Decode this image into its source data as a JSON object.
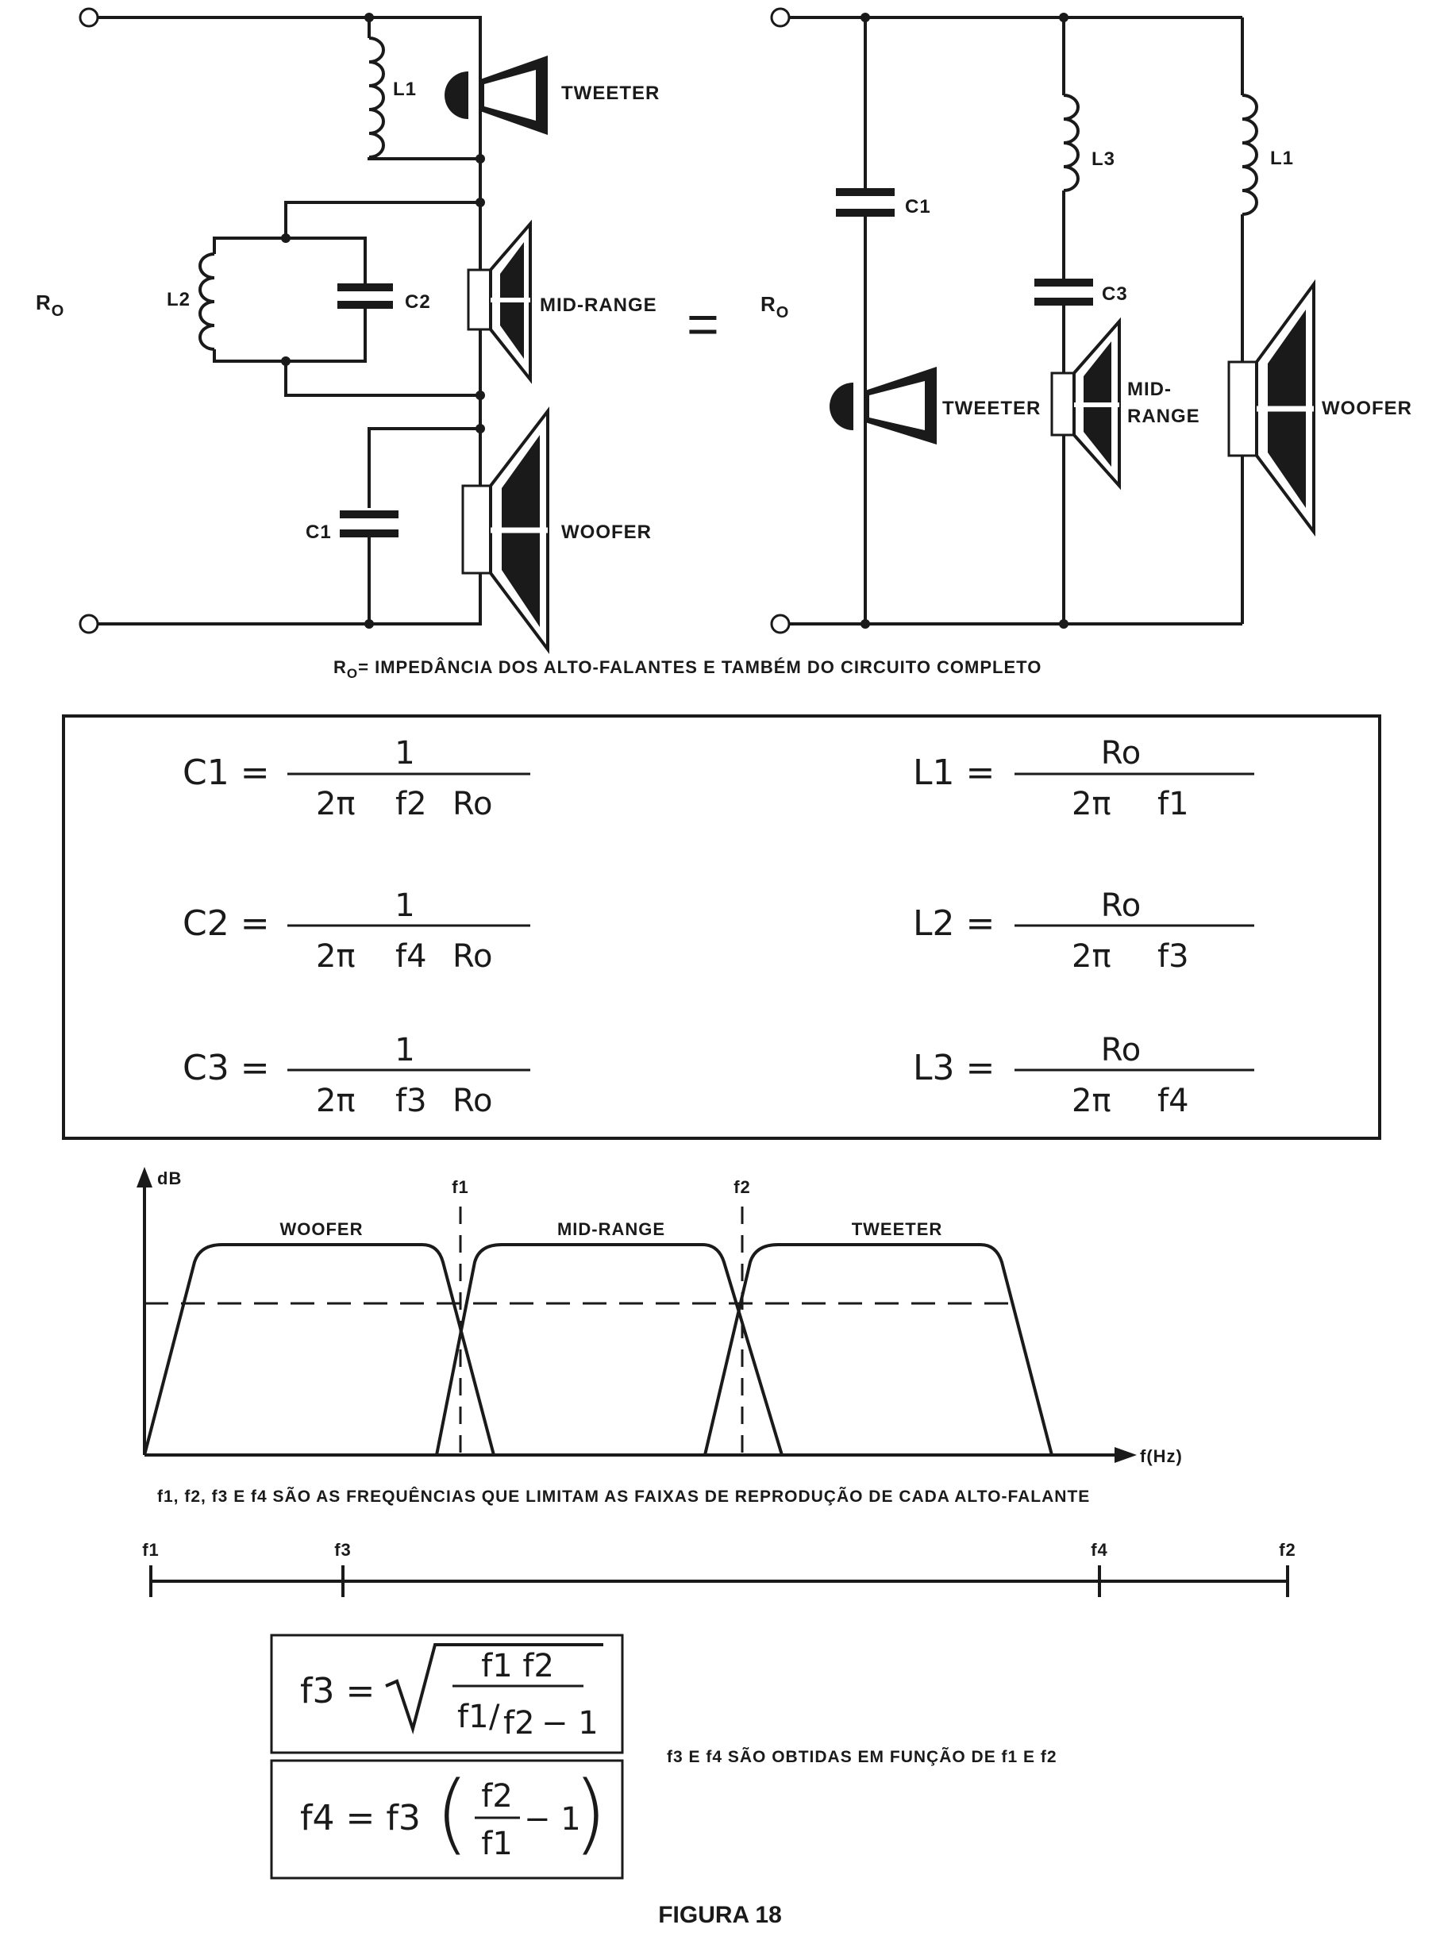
{
  "figure_caption": "FIGURA 18",
  "circuit_left": {
    "ro_label": "R",
    "ro_sub": "O",
    "l1": "L1",
    "l2": "L2",
    "c1": "C1",
    "c2": "C2",
    "tweeter": "TWEETER",
    "midrange": "MID-RANGE",
    "woofer": "WOOFER"
  },
  "equals_sign": "=",
  "circuit_right": {
    "ro_label": "R",
    "ro_sub": "O",
    "c1": "C1",
    "l3": "L3",
    "c3": "C3",
    "l1": "L1",
    "tweeter": "TWEETER",
    "midrange_line1": "MID-",
    "midrange_line2": "RANGE",
    "woofer": "WOOFER"
  },
  "ro_note": {
    "prefix": "R",
    "sub": "O",
    "text": "= IMPEDÂNCIA DOS ALTO-FALANTES E TAMBÉM DO CIRCUITO COMPLETO"
  },
  "formulas": [
    {
      "lhs": "C1 =",
      "num": "1",
      "den_a": "2π",
      "den_b": "f2",
      "den_c": "Ro"
    },
    {
      "lhs": "C2 =",
      "num": "1",
      "den_a": "2π",
      "den_b": "f4",
      "den_c": "Ro"
    },
    {
      "lhs": "C3 =",
      "num": "1",
      "den_a": "2π",
      "den_b": "f3",
      "den_c": "Ro"
    },
    {
      "lhs": "L1 =",
      "num": "Ro",
      "den_a": "2π",
      "den_b": "f1",
      "den_c": ""
    },
    {
      "lhs": "L2 =",
      "num": "Ro",
      "den_a": "2π",
      "den_b": "f3",
      "den_c": ""
    },
    {
      "lhs": "L3 =",
      "num": "Ro",
      "den_a": "2π",
      "den_b": "f4",
      "den_c": ""
    }
  ],
  "response_plot": {
    "y_axis_label": "dB",
    "x_axis_label": "f(Hz)",
    "marker_f1": "f1",
    "marker_f2": "f2",
    "band_woofer": "WOOFER",
    "band_midrange": "MID-RANGE",
    "band_tweeter": "TWEETER",
    "caption": "f1, f2, f3 E f4 SÃO AS FREQUÊNCIAS QUE LIMITAM AS FAIXAS DE REPRODUÇÃO DE CADA ALTO-FALANTE"
  },
  "scale": {
    "ticks": [
      "f1",
      "f3",
      "f4",
      "f2"
    ]
  },
  "f3_formula": {
    "lhs": "f3 =",
    "num": "f1 f2",
    "den_a": "f1",
    "den_b": "f2",
    "den_c": "− 1"
  },
  "f4_formula": {
    "lhs": "f4 = f3",
    "num": "f2",
    "den": "f1",
    "tail": "− 1"
  },
  "f_note": "f3 E f4 SÃO OBTIDAS EM FUNÇÃO DE f1 E f2"
}
